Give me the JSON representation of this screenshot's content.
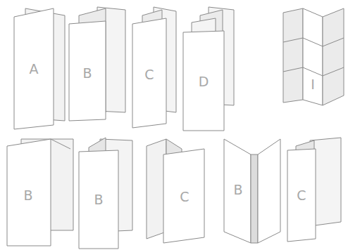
{
  "diagram": {
    "labels": [
      "A",
      "B",
      "C",
      "D",
      "I",
      "B",
      "B",
      "C",
      "B",
      "C"
    ]
  }
}
